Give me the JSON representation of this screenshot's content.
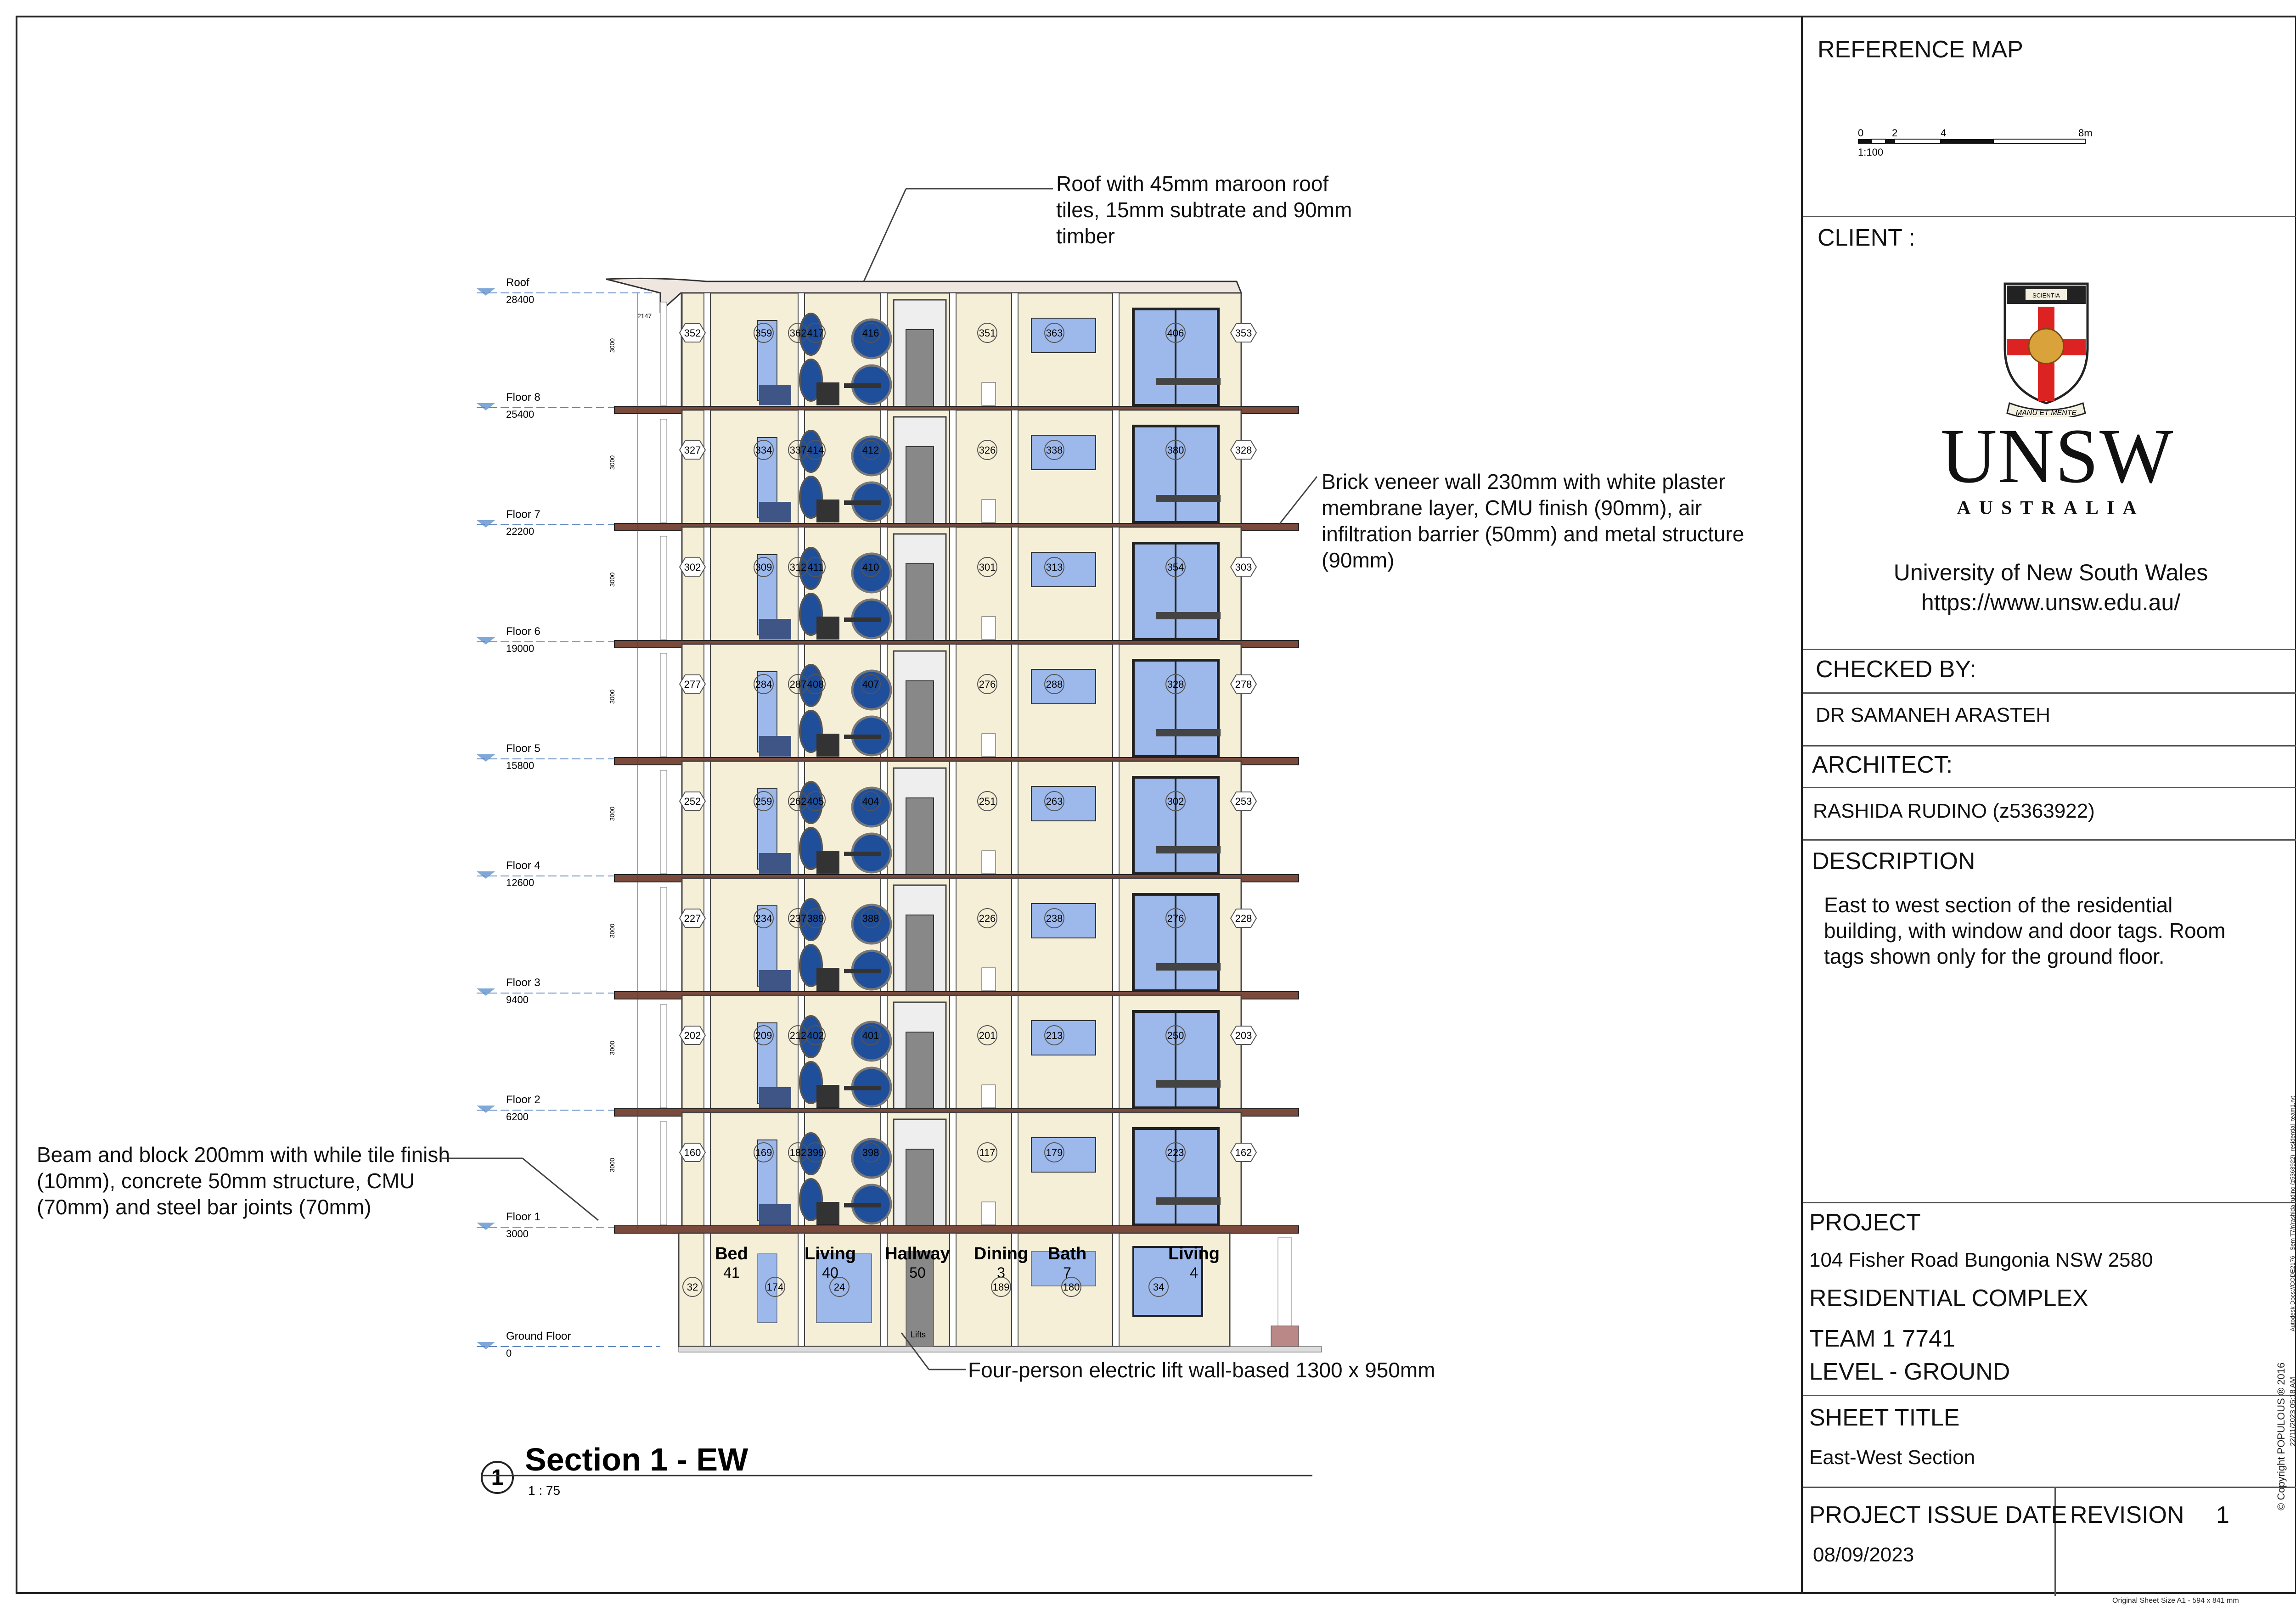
{
  "drawing": {
    "levels": [
      {
        "name": "Roof",
        "elevation": "28400"
      },
      {
        "name": "Floor 8",
        "elevation": "25400"
      },
      {
        "name": "Floor 7",
        "elevation": "22200"
      },
      {
        "name": "Floor 6",
        "elevation": "19000"
      },
      {
        "name": "Floor 5",
        "elevation": "15800"
      },
      {
        "name": "Floor 4",
        "elevation": "12600"
      },
      {
        "name": "Floor 3",
        "elevation": "9400"
      },
      {
        "name": "Floor 2",
        "elevation": "6200"
      },
      {
        "name": "Floor 1",
        "elevation": "3000"
      },
      {
        "name": "Ground Floor",
        "elevation": "0"
      }
    ],
    "floor_tags": [
      [
        "352",
        "359",
        "362",
        "417",
        "416",
        "351",
        "363",
        "406",
        "353"
      ],
      [
        "327",
        "334",
        "337",
        "414",
        "412",
        "326",
        "338",
        "380",
        "328"
      ],
      [
        "302",
        "309",
        "312",
        "411",
        "410",
        "301",
        "313",
        "354",
        "303"
      ],
      [
        "277",
        "284",
        "287",
        "408",
        "407",
        "276",
        "288",
        "328",
        "278"
      ],
      [
        "252",
        "259",
        "262",
        "405",
        "404",
        "251",
        "263",
        "302",
        "253"
      ],
      [
        "227",
        "234",
        "237",
        "389",
        "388",
        "226",
        "238",
        "276",
        "228"
      ],
      [
        "202",
        "209",
        "212",
        "402",
        "401",
        "201",
        "213",
        "250",
        "203"
      ],
      [
        "160",
        "169",
        "182",
        "399",
        "398",
        "117",
        "179",
        "223",
        "162"
      ]
    ],
    "ground_rooms": [
      {
        "name": "Bed",
        "num": "41"
      },
      {
        "name": "Living",
        "num": "40"
      },
      {
        "name": "Hallway",
        "num": "50"
      },
      {
        "name": "Dining",
        "num": "3"
      },
      {
        "name": "Bath",
        "num": "7"
      },
      {
        "name": "Living",
        "num": "4"
      }
    ],
    "ground_tags": [
      "32",
      "174",
      "24",
      "189",
      "180",
      "34"
    ],
    "lifts_label": "Lifts",
    "roof_dim": "2147",
    "storey_dim": "3000",
    "notes": {
      "roof": "Roof with 45mm maroon roof tiles, 15mm subtrate and 90mm timber",
      "wall": "Brick veneer wall 230mm with white plaster membrane layer, CMU finish (90mm), air infiltration barrier (50mm) and metal structure (90mm)",
      "beam": "Beam and block 200mm with while tile finish (10mm), concrete 50mm structure, CMU (70mm) and steel bar joints (70mm)",
      "lift": "Four-person electric lift wall-based 1300 x 950mm"
    },
    "view_number": "1",
    "view_title": "Section 1 - EW",
    "view_scale": "1 : 75"
  },
  "titleblock": {
    "reference_map_label": "REFERENCE MAP",
    "scale_ticks": [
      "0",
      "2",
      "4",
      "8m"
    ],
    "scale_ratio": "1:100",
    "client_label": "CLIENT :",
    "logo_motto": "MANU ET MENTE",
    "logo_book": "SCIENTIA",
    "logo_word": "UNSW",
    "logo_sub": "AUSTRALIA",
    "client_name": "University of New South Wales",
    "client_url": "https://www.unsw.edu.au/",
    "checked_label": "CHECKED BY:",
    "checked_value": "DR SAMANEH ARASTEH",
    "architect_label": "ARCHITECT:",
    "architect_value": "RASHIDA RUDINO (z5363922)",
    "description_label": "DESCRIPTION",
    "description_text": "East to west section of the residential building, with window and door tags. Room tags shown only for the ground floor.",
    "project_label": "PROJECT",
    "project_address": "104 Fisher Road Bungonia NSW 2580",
    "project_name": "RESIDENTIAL COMPLEX",
    "project_team": "TEAM 1 7741",
    "project_level": "LEVEL - GROUND",
    "sheet_title_label": "SHEET TITLE",
    "sheet_title_value": "East-West Section",
    "issue_date_label": "PROJECT ISSUE DATE",
    "issue_date_value": "08/09/2023",
    "revision_label": "REVISION",
    "revision_value": "1"
  },
  "margin": {
    "copyright": "© Copyright POPULOUS ® 2016",
    "date_stamp": "22/11/2023 05:18 AM",
    "file_path": "Autodesk Docs://CODE2176 - Sem T7/r/rashida rudino (z5363922)_residential_team1.rvt",
    "sheet_size": "Original Sheet Size A1 - 594 x 841 mm"
  },
  "colors": {
    "wall_fill": "#f6efd8",
    "glass": "#9db9ec",
    "porthole": "#1f4e9a",
    "floor_slab": "#7a4a3c",
    "roof": "#f0e6e0",
    "furniture": "#3f5586"
  }
}
